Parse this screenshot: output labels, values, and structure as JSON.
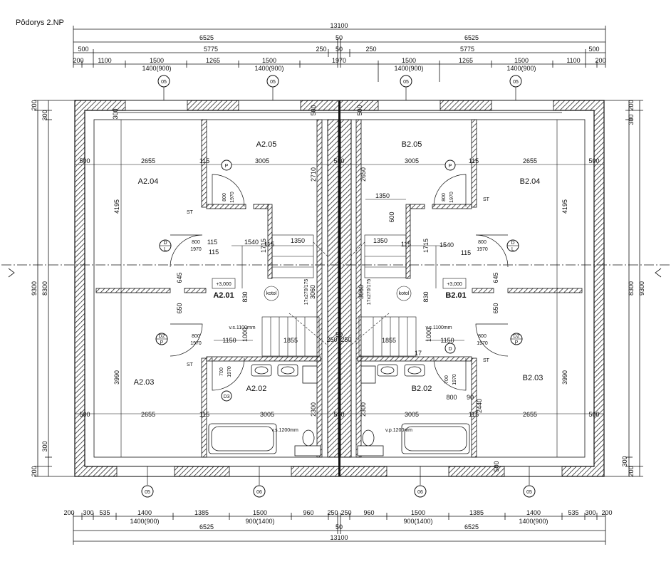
{
  "title": "Pôdorys 2.NP",
  "top_dims": {
    "total": "13100",
    "halves": [
      "6525",
      "50",
      "6525"
    ],
    "row3": [
      "500",
      "5775",
      "250",
      "50",
      "250",
      "5775",
      "500"
    ],
    "row4": [
      "200",
      "1100",
      "1500",
      "1265",
      "1500",
      "1970",
      "1500",
      "1265",
      "1500",
      "1100",
      "200"
    ],
    "windows": [
      "1400(900)",
      "1400(900)",
      "1400(900)",
      "1400(900)"
    ]
  },
  "bottom_dims": {
    "row1": [
      "200",
      "300",
      "535",
      "1400",
      "1385",
      "1500",
      "960",
      "250",
      "250",
      "960",
      "1500",
      "1385",
      "1400",
      "535",
      "300",
      "200"
    ],
    "windows": [
      "1400(900)",
      "900(1400)",
      "900(1400)",
      "1400(900)"
    ],
    "halves": [
      "6525",
      "50",
      "6525"
    ],
    "total": "13100"
  },
  "side_dims": {
    "left_outer": [
      "200",
      "9300",
      "200"
    ],
    "left_inner": [
      "300",
      "8300",
      "300"
    ],
    "right_outer": [
      "200",
      "9300",
      "200"
    ],
    "right_inner": [
      "300",
      "8300",
      "300"
    ]
  },
  "markers": {
    "top": [
      "05",
      "05",
      "05",
      "05"
    ],
    "bottom": [
      "05",
      "06",
      "06",
      "05"
    ]
  },
  "rooms": {
    "a205": "A2.05",
    "a204": "A2.04",
    "a201": "A2.01",
    "a203": "A2.03",
    "a202": "A2.02",
    "b205": "B2.05",
    "b204": "B2.04",
    "b201": "B2.01",
    "b203": "B2.03",
    "b202": "B2.02"
  },
  "inner_dims": {
    "r500": "500",
    "r2655": "2655",
    "r115": "115",
    "r3005": "3005",
    "r550": "550",
    "r2710": "2710",
    "r2650": "2650",
    "r4195": "4195",
    "r1350": "1350",
    "r600": "600",
    "r1540": "1540",
    "r1715": "1715",
    "r645": "645",
    "r650": "650",
    "r830": "830",
    "r3060": "3060",
    "r1150": "1150",
    "r1000": "1000",
    "r1855": "1855",
    "r3990": "3990",
    "r2300": "2300",
    "r2440": "2440",
    "r800": "800",
    "r90": "90",
    "r17": "17",
    "r300": "300",
    "r50": "50",
    "r250": "250",
    "r1970": "1970",
    "r700": "700"
  },
  "labels": {
    "level": "+3,000",
    "boiler": "kotol",
    "stair": "17x270/175",
    "vs": "v.s.1100mm",
    "vp_a": "v.s.1200mm",
    "vp_b": "v.p.1200mm",
    "st": "ST",
    "door_d": "D",
    "door_l": "L",
    "door_p": "P",
    "d2": "D2",
    "d3": "D3"
  },
  "colors": {
    "line": "#111111",
    "background": "#ffffff"
  }
}
